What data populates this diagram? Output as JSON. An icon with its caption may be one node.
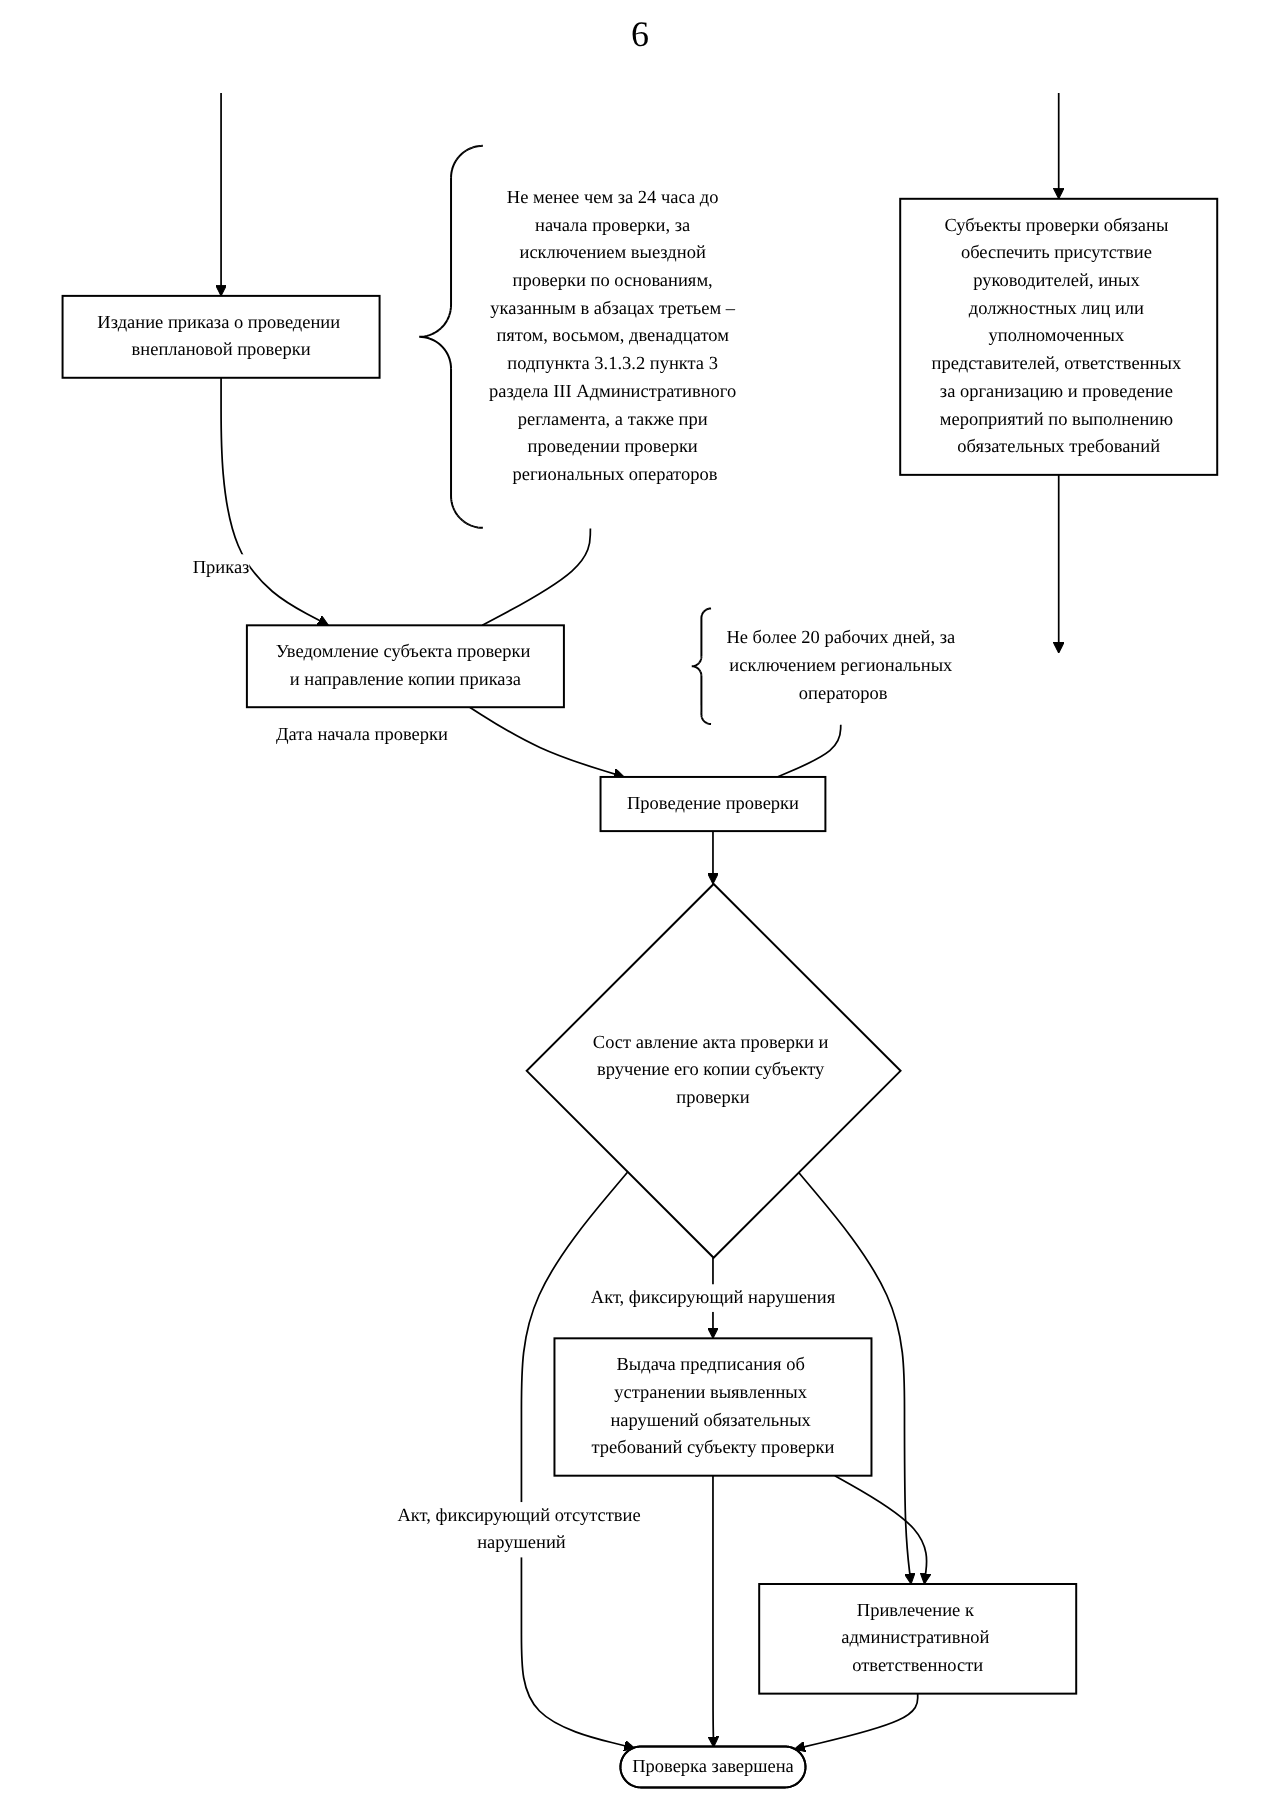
{
  "diagram": {
    "nodes": [
      {
        "text": [
          "Издание приказа о проведении внеплановой проверки"
        ]
      },
      {
        "text": [
          "Субъекты проверки обязаны обеспечить присутствие руководителей, иных должностных лиц или уполномоченных представителей, ответственных за организацию и проведение мероприятий по выполнению обязательных требований"
        ]
      },
      {
        "text": [
          "Не менее чем за 24 часа до начала проверки, за исключением выездной проверки по основаниям, указанным в абзацах третьем – пятом, восьмом, двенадцатом подпункта 3.1.3.2 пункта 3 раздела III Административного регламента, а также при проведении проверки региональных операторов"
        ]
      },
      {
        "text": [
          "Уведомление субъекта проверки и направление копии приказа"
        ],
        "beside": [
          "Дата начала проверки"
        ]
      },
      {
        "text": [
          "Проведение проверки"
        ]
      },
      {
        "text": [
          "Не более 20 рабочих дней, за исключением региональных операторов"
        ]
      },
      {
        "text": [
          "Сост авление акта проверки и вручение его копии субъекту проверки"
        ]
      },
      {
        "text": [
          "Выдача предписания об устранении выявленных нарушений обязательных требований субъекту проверки"
        ]
      },
      {
        "text": [
          "Привлечение к административной ответственности"
        ]
      },
      {
        "text": [
          "Проверка завершена"
        ]
      }
    ],
    "edges": [
      {
        "from": null,
        "to": 0,
        "arrow": "to"
      },
      {
        "from": null,
        "to": 1,
        "arrow": "to"
      },
      {
        "from": 0,
        "to": 3,
        "arrow": "to",
        "label": "Приказ"
      },
      {
        "from": 2,
        "to": 3,
        "arrow": "none"
      },
      {
        "from": 1,
        "to": null,
        "arrow": "to"
      },
      {
        "from": 3,
        "to": 4,
        "arrow": "to"
      },
      {
        "from": 5,
        "to": 4,
        "arrow": "none"
      },
      {
        "from": 4,
        "to": 6,
        "arrow": "to"
      },
      {
        "from": 6,
        "to": 9,
        "arrow": "to",
        "label": "Акт, фиксирующий отсутствие нарушений"
      },
      {
        "from": 6,
        "to": 7,
        "arrow": "to",
        "label": "Акт, фиксирующий нарушения"
      },
      {
        "from": 6,
        "to": 8,
        "arrow": "to"
      },
      {
        "from": 7,
        "to": 8,
        "arrow": "to"
      },
      {
        "from": 7,
        "to": 9,
        "arrow": "to"
      },
      {
        "from": 8,
        "to": 9,
        "arrow": "to"
      }
    ],
    "labels": [
      "6"
    ]
  }
}
